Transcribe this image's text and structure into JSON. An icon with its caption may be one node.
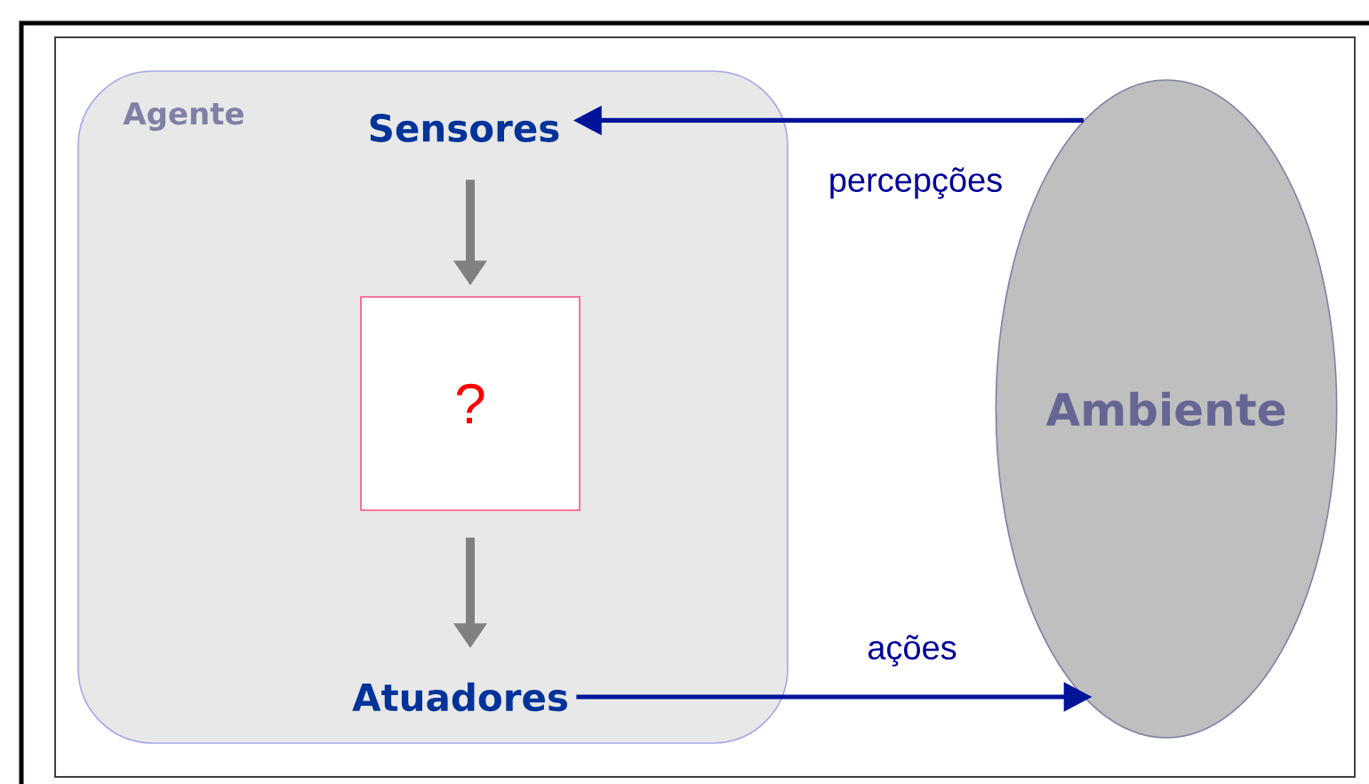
{
  "diagram": {
    "nodes": [
      {
        "text": [
          "Agente"
        ]
      },
      {
        "text": [
          "Sensores"
        ],
        "in": 0
      },
      {
        "text": [
          "?"
        ],
        "in": 0
      },
      {
        "text": [
          "Atuadores"
        ],
        "in": 0
      },
      {
        "text": [
          "Ambiente"
        ]
      }
    ],
    "edges": [
      {
        "from": 4,
        "to": 1,
        "arrow": "to",
        "label": "percepções"
      },
      {
        "from": 1,
        "to": 2,
        "arrow": "to",
        "style": "thick",
        "color": "#808080"
      },
      {
        "from": 2,
        "to": 3,
        "arrow": "to",
        "style": "thick",
        "color": "#808080"
      },
      {
        "from": 3,
        "to": 4,
        "arrow": "to",
        "label": "ações"
      }
    ]
  }
}
